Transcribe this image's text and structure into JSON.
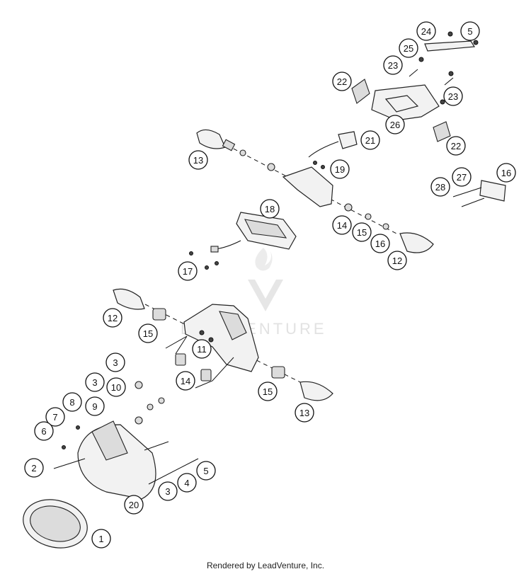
{
  "watermark": {
    "text": "LEADVENTURE"
  },
  "footer": {
    "credit": "Rendered by LeadVenture, Inc."
  },
  "callouts": [
    {
      "id": "c24",
      "label": "24"
    },
    {
      "id": "c5a",
      "label": "5"
    },
    {
      "id": "c25",
      "label": "25"
    },
    {
      "id": "c23a",
      "label": "23"
    },
    {
      "id": "c22a",
      "label": "22"
    },
    {
      "id": "c23b",
      "label": "23"
    },
    {
      "id": "c26",
      "label": "26"
    },
    {
      "id": "c22b",
      "label": "22"
    },
    {
      "id": "c13a",
      "label": "13"
    },
    {
      "id": "c21",
      "label": "21"
    },
    {
      "id": "c19",
      "label": "19"
    },
    {
      "id": "c16a",
      "label": "16"
    },
    {
      "id": "c27",
      "label": "27"
    },
    {
      "id": "c28",
      "label": "28"
    },
    {
      "id": "c18",
      "label": "18"
    },
    {
      "id": "c14a",
      "label": "14"
    },
    {
      "id": "c15a",
      "label": "15"
    },
    {
      "id": "c16b",
      "label": "16"
    },
    {
      "id": "c12a",
      "label": "12"
    },
    {
      "id": "c17",
      "label": "17"
    },
    {
      "id": "c12b",
      "label": "12"
    },
    {
      "id": "c15b",
      "label": "15"
    },
    {
      "id": "c11",
      "label": "11"
    },
    {
      "id": "c14b",
      "label": "14"
    },
    {
      "id": "c15c",
      "label": "15"
    },
    {
      "id": "c13b",
      "label": "13"
    },
    {
      "id": "c3a",
      "label": "3"
    },
    {
      "id": "c3b",
      "label": "3"
    },
    {
      "id": "c10",
      "label": "10"
    },
    {
      "id": "c9",
      "label": "9"
    },
    {
      "id": "c8",
      "label": "8"
    },
    {
      "id": "c7",
      "label": "7"
    },
    {
      "id": "c6",
      "label": "6"
    },
    {
      "id": "c2",
      "label": "2"
    },
    {
      "id": "c5b",
      "label": "5"
    },
    {
      "id": "c4",
      "label": "4"
    },
    {
      "id": "c3c",
      "label": "3"
    },
    {
      "id": "c20",
      "label": "20"
    },
    {
      "id": "c1",
      "label": "1"
    }
  ]
}
